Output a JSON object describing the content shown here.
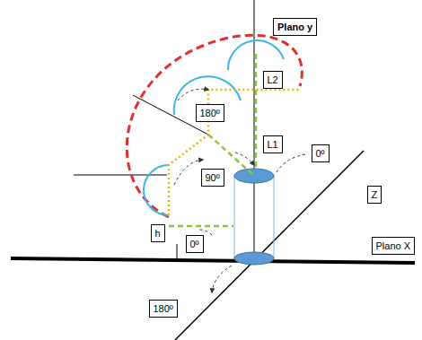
{
  "diagram": {
    "nodes": [
      {
        "text": [
          "Plano y"
        ]
      },
      {
        "text": [
          "L2"
        ]
      },
      {
        "text": [
          "180º"
        ]
      },
      {
        "text": [
          "L1"
        ]
      },
      {
        "text": [
          "0º"
        ]
      },
      {
        "text": [
          "90º"
        ]
      },
      {
        "text": [
          "Z"
        ]
      },
      {
        "text": [
          "h"
        ]
      },
      {
        "text": [
          "0º"
        ]
      },
      {
        "text": [
          "Plano X"
        ]
      },
      {
        "text": [
          "180º"
        ]
      }
    ]
  }
}
